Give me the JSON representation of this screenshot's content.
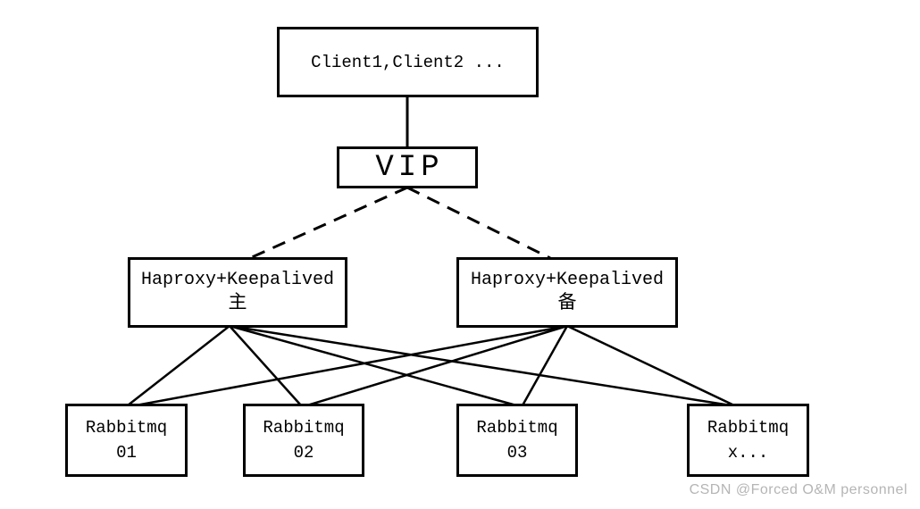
{
  "diagram": {
    "title_implicit": "RabbitMQ high-availability cluster with HAProxy + Keepalived",
    "colors": {
      "background": "#ffffff",
      "line": "#000000",
      "box_border": "#000000",
      "watermark": "#b5b5b5"
    },
    "nodes": {
      "client": {
        "label": "Client1,Client2 ..."
      },
      "vip": {
        "label": "VIP"
      },
      "haproxy_master": {
        "line1": "Haproxy+Keepalived",
        "line2": "主"
      },
      "haproxy_backup": {
        "line1": "Haproxy+Keepalived",
        "line2": "备"
      },
      "rabbitmq01": {
        "line1": "Rabbitmq",
        "line2": "01"
      },
      "rabbitmq02": {
        "line1": "Rabbitmq",
        "line2": "02"
      },
      "rabbitmq03": {
        "line1": "Rabbitmq",
        "line2": "03"
      },
      "rabbitmqx": {
        "line1": "Rabbitmq",
        "line2": "x..."
      }
    },
    "edges": [
      {
        "from": "client",
        "to": "vip",
        "style": "solid"
      },
      {
        "from": "vip",
        "to": "haproxy_master",
        "style": "dashed"
      },
      {
        "from": "vip",
        "to": "haproxy_backup",
        "style": "dashed"
      },
      {
        "from": "haproxy_master",
        "to": "rabbitmq01",
        "style": "solid"
      },
      {
        "from": "haproxy_master",
        "to": "rabbitmq02",
        "style": "solid"
      },
      {
        "from": "haproxy_master",
        "to": "rabbitmq03",
        "style": "solid"
      },
      {
        "from": "haproxy_master",
        "to": "rabbitmqx",
        "style": "solid"
      },
      {
        "from": "haproxy_backup",
        "to": "rabbitmq01",
        "style": "solid"
      },
      {
        "from": "haproxy_backup",
        "to": "rabbitmq02",
        "style": "solid"
      },
      {
        "from": "haproxy_backup",
        "to": "rabbitmq03",
        "style": "solid"
      },
      {
        "from": "haproxy_backup",
        "to": "rabbitmqx",
        "style": "solid"
      }
    ],
    "watermark": {
      "text": "CSDN @Forced O&M personnel"
    }
  }
}
